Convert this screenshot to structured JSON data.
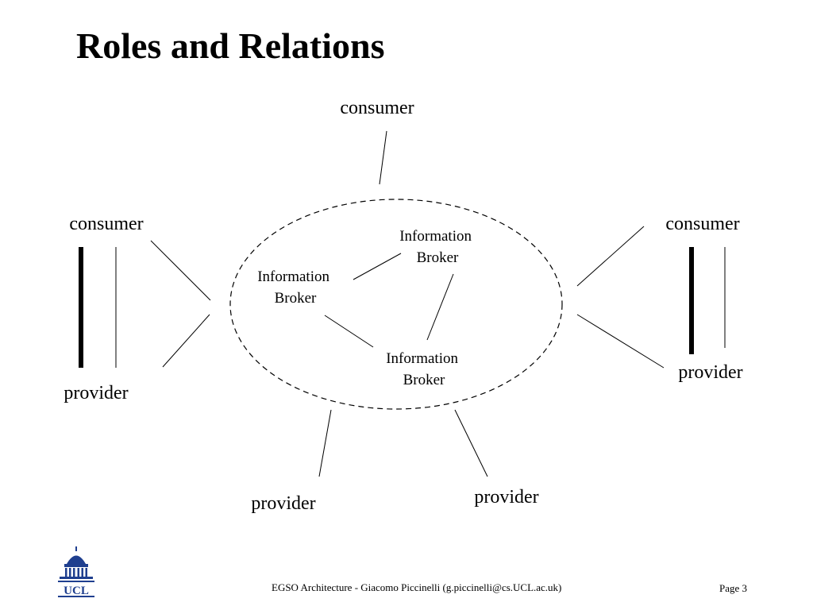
{
  "slide": {
    "title": "Roles and Relations"
  },
  "diagram": {
    "labels": {
      "consumer_top": "consumer",
      "consumer_left": "consumer",
      "consumer_right": "consumer",
      "provider_left": "provider",
      "provider_right": "provider",
      "provider_bottom_left": "provider",
      "provider_bottom_right": "provider"
    },
    "brokers": [
      {
        "line1": "Information",
        "line2": "Broker"
      },
      {
        "line1": "Information",
        "line2": "Broker"
      },
      {
        "line1": "Information",
        "line2": "Broker"
      }
    ],
    "colors": {
      "ink": "#000000",
      "logo_blue": "#1f3f8f"
    }
  },
  "footer": {
    "text": "EGSO Architecture - Giacomo Piccinelli (g.piccinelli@cs.UCL.ac.uk)",
    "page": "Page 3",
    "logo_text": "UCL",
    "logo_icon": "ucl-dome-icon"
  }
}
